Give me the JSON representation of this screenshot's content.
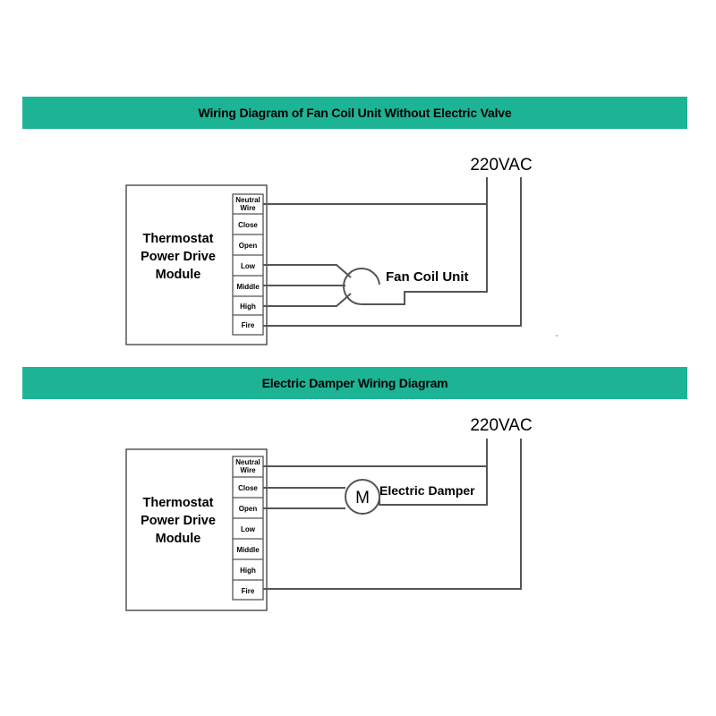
{
  "sections": [
    {
      "title": "Wiring Diagram of Fan Coil Unit Without Electric Valve",
      "supply_label": "220VAC",
      "module_lines": [
        "Thermostat",
        "Power Drive",
        "Module"
      ],
      "terminals": [
        {
          "lines": [
            "Neutral",
            "Wire"
          ]
        },
        {
          "lines": [
            "Close"
          ]
        },
        {
          "lines": [
            "Open"
          ]
        },
        {
          "lines": [
            "Low"
          ]
        },
        {
          "lines": [
            "Middle"
          ]
        },
        {
          "lines": [
            "High"
          ]
        },
        {
          "lines": [
            "Fire"
          ]
        }
      ],
      "device_label": "Fan Coil Unit"
    },
    {
      "title": "Electric Damper Wiring Diagram",
      "supply_label": "220VAC",
      "module_lines": [
        "Thermostat",
        "Power Drive",
        "Module"
      ],
      "terminals": [
        {
          "lines": [
            "Neutral",
            "Wire"
          ]
        },
        {
          "lines": [
            "Close"
          ]
        },
        {
          "lines": [
            "Open"
          ]
        },
        {
          "lines": [
            "Low"
          ]
        },
        {
          "lines": [
            "Middle"
          ]
        },
        {
          "lines": [
            "High"
          ]
        },
        {
          "lines": [
            "Fire"
          ]
        }
      ],
      "device_label": "Electric Damper",
      "motor_symbol": "M"
    }
  ],
  "colors": {
    "banner": "#1db496",
    "wire": "#555555",
    "text": "#000000"
  }
}
